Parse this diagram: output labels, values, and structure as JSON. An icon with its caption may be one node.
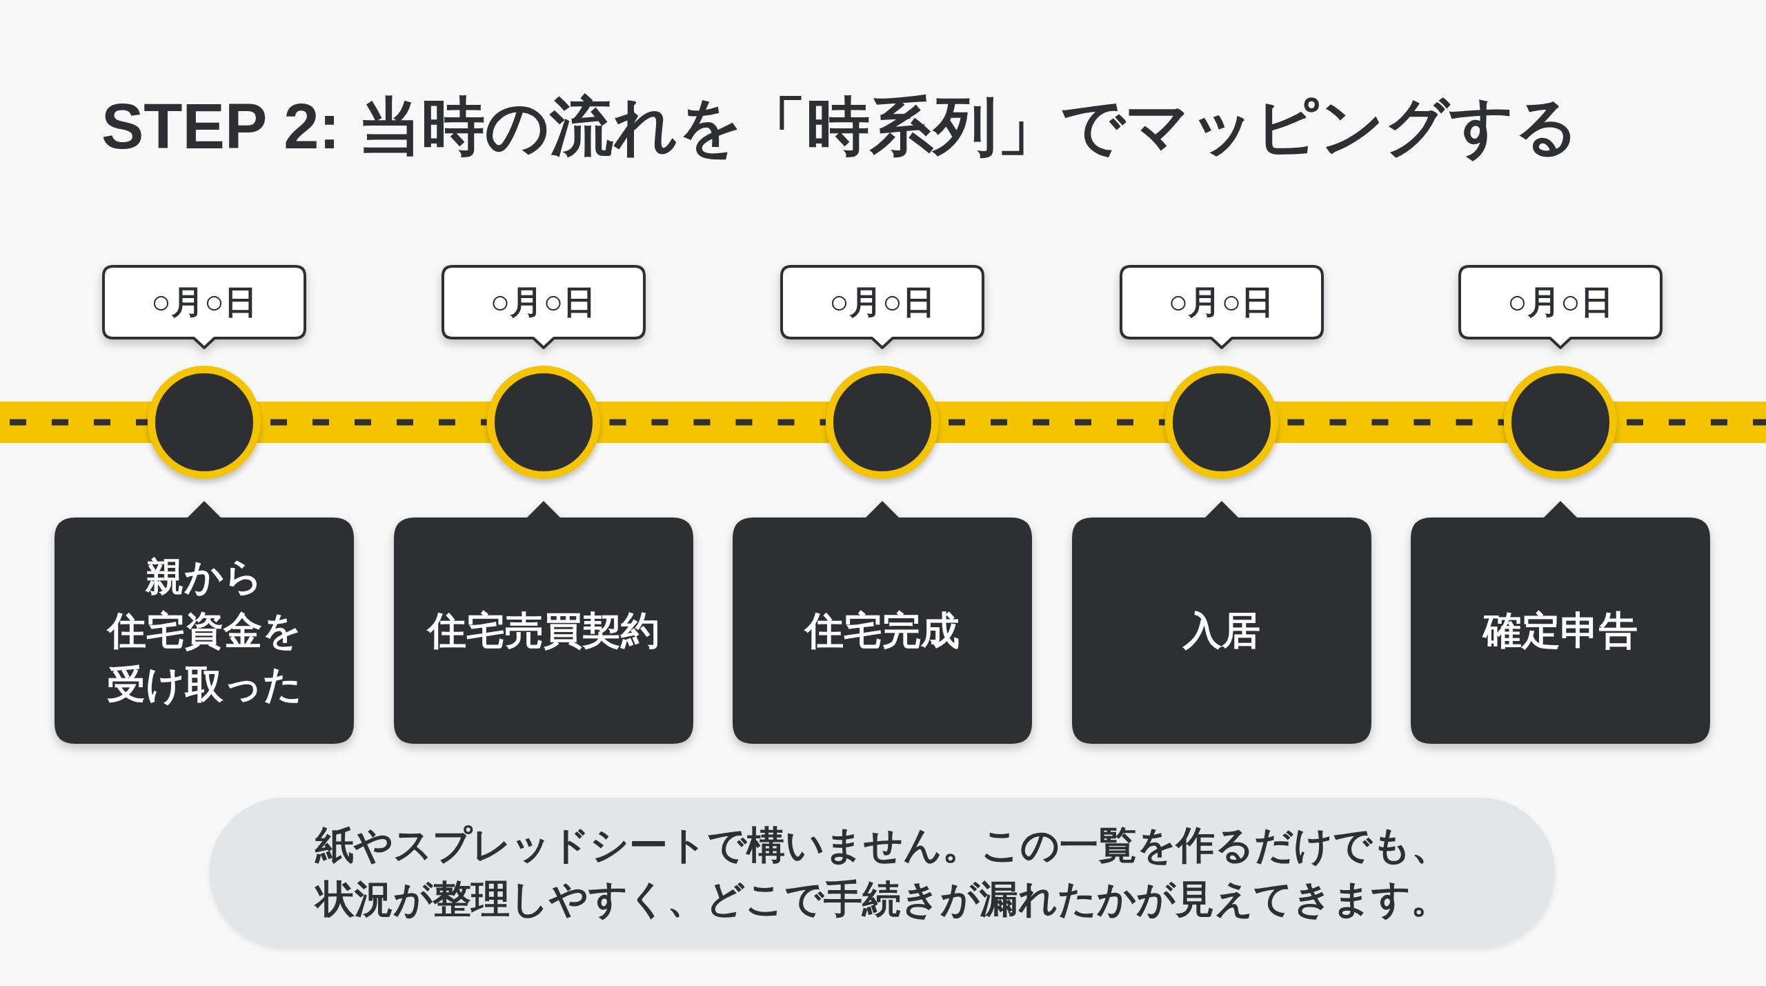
{
  "diagram": {
    "title": "STEP 2: 当時の流れを「時系列」でマッピングする",
    "nodes": [
      {
        "text": [
          "○月○日"
        ]
      },
      {
        "text": [
          "○月○日"
        ]
      },
      {
        "text": [
          "○月○日"
        ]
      },
      {
        "text": [
          "○月○日"
        ]
      },
      {
        "text": [
          "○月○日"
        ]
      },
      {
        "text": [],
        "shape": "circle"
      },
      {
        "text": [],
        "shape": "circle"
      },
      {
        "text": [],
        "shape": "circle"
      },
      {
        "text": [],
        "shape": "circle"
      },
      {
        "text": [],
        "shape": "circle"
      },
      {
        "text": [
          "親から住宅資金を受け取った"
        ]
      },
      {
        "text": [
          "住宅売買契約"
        ]
      },
      {
        "text": [
          "住宅完成"
        ]
      },
      {
        "text": [
          "入居"
        ]
      },
      {
        "text": [
          "確定申告"
        ]
      },
      {
        "text": [
          "紙やスプレッドシートで構いません。この一覧を作るだけでも、状況が整理しやすく、どこで手続きが漏れたかが見えてきます。"
        ]
      }
    ],
    "edges": [
      {
        "from": null,
        "to": 5,
        "arrow": "none",
        "style": "dashed"
      },
      {
        "from": 5,
        "to": 6,
        "arrow": "none",
        "style": "dashed"
      },
      {
        "from": 6,
        "to": 7,
        "arrow": "none",
        "style": "dashed"
      },
      {
        "from": 7,
        "to": 8,
        "arrow": "none",
        "style": "dashed"
      },
      {
        "from": 8,
        "to": 9,
        "arrow": "none",
        "style": "dashed"
      },
      {
        "from": 9,
        "to": null,
        "arrow": "none",
        "style": "dashed"
      }
    ]
  }
}
